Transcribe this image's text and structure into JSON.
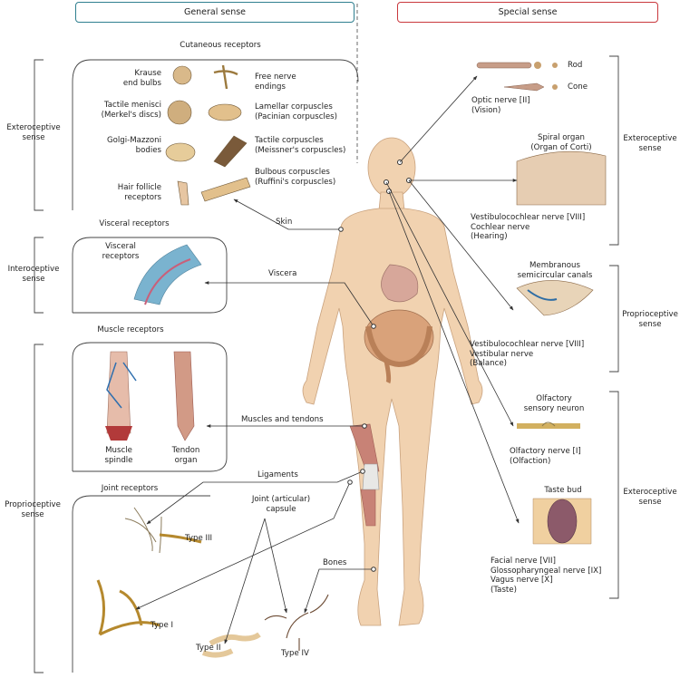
{
  "headers": {
    "general": "General sense",
    "special": "Special sense"
  },
  "general": {
    "exteroceptive": "Exteroceptive\nsense",
    "interoceptive": "Interoceptive\nsense",
    "proprioceptive": "Proprioceptive\nsense",
    "cutaneous_title": "Cutaneous receptors",
    "cutaneous": [
      "Krause\nend bulbs",
      "Free nerve\nendings",
      "Tactile menisci\n(Merkel's discs)",
      "Lamellar corpuscles\n(Pacinian corpuscles)",
      "Golgi-Mazzoni\nbodies",
      "Tactile corpuscles\n(Meissner's corpuscles)",
      "Hair follicle\nreceptors",
      "Bulbous corpuscles\n(Ruffini's corpuscles)"
    ],
    "visceral_title": "Visceral receptors",
    "visceral_label": "Visceral\nreceptors",
    "muscle_title": "Muscle receptors",
    "muscle_spindle": "Muscle\nspindle",
    "tendon_organ": "Tendon\norgan",
    "joint_title": "Joint receptors",
    "types": [
      "Type III",
      "Type I",
      "Type II",
      "Type IV"
    ]
  },
  "body_labels": {
    "skin": "Skin",
    "viscera": "Viscera",
    "muscles": "Muscles and tendons",
    "ligaments": "Ligaments",
    "capsule": "Joint (articular)\ncapsule",
    "bones": "Bones"
  },
  "special": {
    "exteroceptive_1": "Exteroceptive\nsense",
    "proprioceptive": "Proprioceptive\nsense",
    "exteroceptive_2": "Exteroceptive\nsense",
    "rod": "Rod",
    "cone": "Cone",
    "optic": "Optic nerve [II]\n(Vision)",
    "spiral_organ": "Spiral organ\n(Organ of Corti)",
    "hearing": "Vestibulocochlear nerve [VIII]\nCochlear nerve\n(Hearing)",
    "canals": "Membranous\nsemicircular canals",
    "balance": "Vestibulocochlear nerve [VIII]\nVestibular nerve\n(Balance)",
    "olfactory_neuron": "Olfactory\nsensory neuron",
    "olfaction": "Olfactory nerve [I]\n(Olfaction)",
    "taste_bud": "Taste bud",
    "taste": "Facial nerve [VII]\nGlossopharyngeal nerve [IX]\nVagus nerve [X]\n(Taste)"
  },
  "colors": {
    "general_border": "#2f7f8f",
    "special_border": "#c9383d",
    "skin": "#f1d2b0",
    "line": "#333333"
  }
}
